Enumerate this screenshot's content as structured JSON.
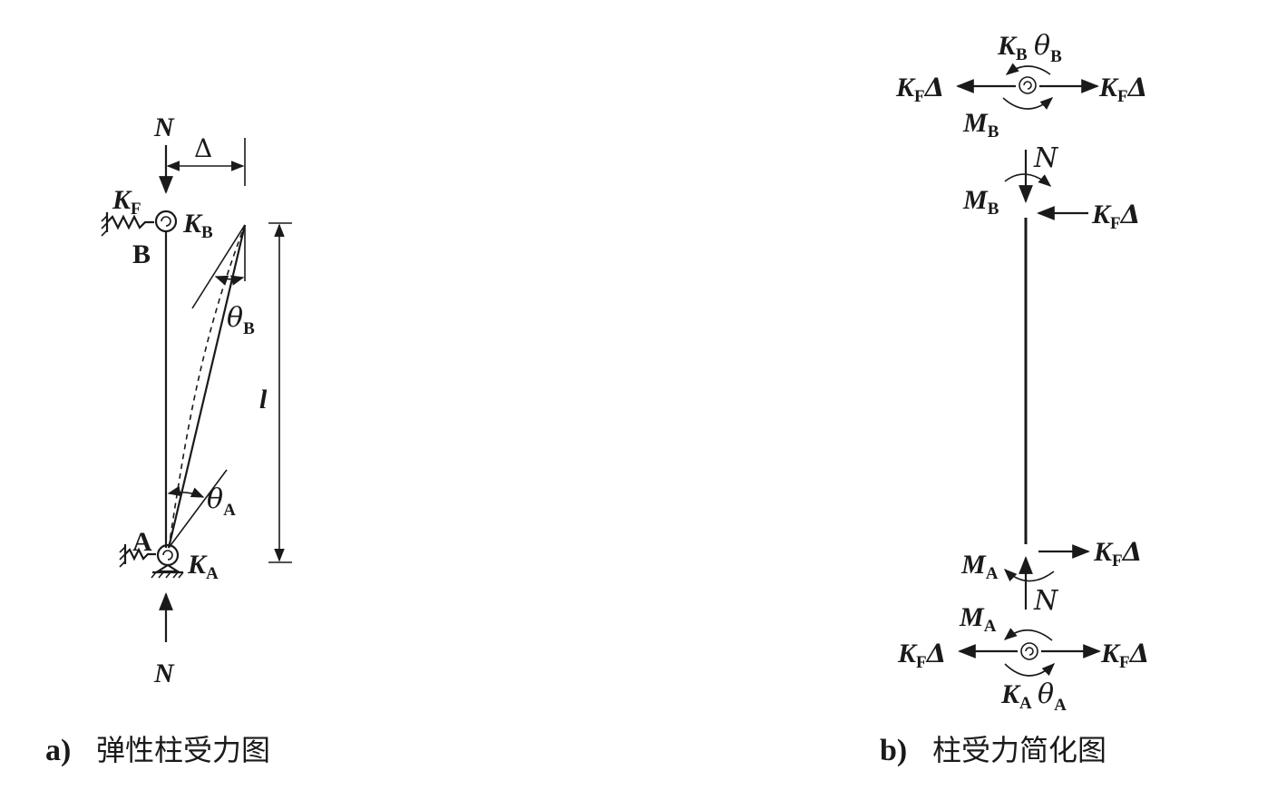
{
  "diagram_a": {
    "caption_tag": "a)",
    "caption_text": "弹性柱受力图",
    "label_N_top": "N",
    "label_N_bottom": "N",
    "label_delta": "Δ",
    "label_KF": "K",
    "label_KF_sub": "F",
    "label_B": "B",
    "label_KB": "K",
    "label_KB_sub": "B",
    "label_thetaB": "θ",
    "label_thetaB_sub": "B",
    "label_l": "l",
    "label_thetaA": "θ",
    "label_thetaA_sub": "A",
    "label_A": "A",
    "label_KA": "K",
    "label_KA_sub": "A"
  },
  "diagram_b": {
    "caption_tag": "b)",
    "caption_text": "柱受力简化图",
    "top_KB": "K",
    "top_KB_sub": "B",
    "top_thetaB": "θ",
    "top_thetaB_sub": "B",
    "top_left_force": "K",
    "top_left_force_sub": "F",
    "top_left_force_delta": "Δ",
    "top_right_force": "K",
    "top_right_force_sub": "F",
    "top_right_force_delta": "Δ",
    "top_MB": "M",
    "top_MB_sub": "B",
    "col_N_top": "N",
    "col_MB": "M",
    "col_MB_sub": "B",
    "col_top_force": "K",
    "col_top_force_sub": "F",
    "col_top_force_delta": "Δ",
    "col_bottom_force": "K",
    "col_bottom_force_sub": "F",
    "col_bottom_force_delta": "Δ",
    "col_MA": "M",
    "col_MA_sub": "A",
    "col_N_bottom": "N",
    "bot_MA": "M",
    "bot_MA_sub": "A",
    "bot_left_force": "K",
    "bot_left_force_sub": "F",
    "bot_left_force_delta": "Δ",
    "bot_right_force": "K",
    "bot_right_force_sub": "F",
    "bot_right_force_delta": "Δ",
    "bot_KA": "K",
    "bot_KA_sub": "A",
    "bot_thetaA": "θ",
    "bot_thetaA_sub": "A"
  }
}
